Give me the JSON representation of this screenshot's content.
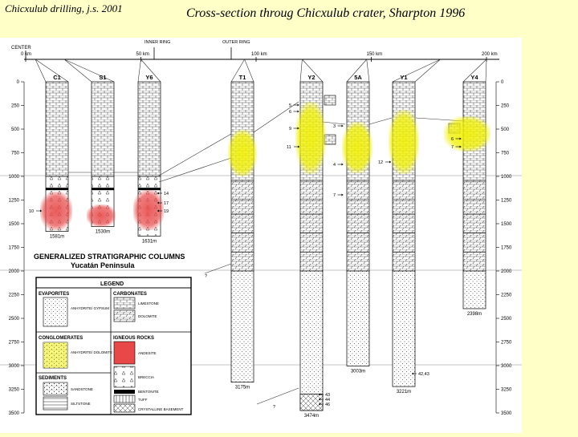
{
  "header": {
    "left_caption": "Chicxulub drilling, j.s. 2001",
    "title": "Cross-section throug Chicxulub crater, Sharpton 1996"
  },
  "figure": {
    "distance_axis": {
      "center_label": "CENTER",
      "ticks": [
        {
          "km": 0,
          "label": "0 km"
        },
        {
          "km": 50,
          "label": "50 km"
        },
        {
          "km": 100,
          "label": "100 km"
        },
        {
          "km": 150,
          "label": "150 km"
        },
        {
          "km": 200,
          "label": "200 km"
        }
      ],
      "inner_ring_label": "INNER RING",
      "outer_ring_label": "OUTER RING"
    },
    "depth_ticks": [
      "0",
      "250",
      "500",
      "750",
      "1000",
      "1250",
      "1500",
      "1750",
      "2000",
      "2250",
      "2500",
      "2750",
      "3000",
      "3250",
      "3500"
    ],
    "wells": [
      {
        "name": "C1",
        "td": "1581m",
        "td_m": 1581
      },
      {
        "name": "S1",
        "td": "1530m",
        "td_m": 1530
      },
      {
        "name": "Y6",
        "td": "1631m",
        "td_m": 1631
      },
      {
        "name": "T1",
        "td": "3175m",
        "td_m": 3175
      },
      {
        "name": "Y2",
        "td": "3474m",
        "td_m": 3474
      },
      {
        "name": "5A",
        "td": "3003m",
        "td_m": 3003
      },
      {
        "name": "Y1",
        "td": "3221m",
        "td_m": 3221
      },
      {
        "name": "Y4",
        "td": "2398m",
        "td_m": 2398
      }
    ],
    "sample_labels": [
      "10",
      "14",
      "17",
      "19",
      "5",
      "6",
      "9",
      "11",
      "3",
      "4",
      "7",
      "12",
      "6",
      "7",
      "42,43",
      "43",
      "44",
      "46",
      "?",
      "?"
    ],
    "columns_title": "GENERALIZED STRATIGRAPHIC COLUMNS",
    "columns_subtitle": "Yucatán Peninsula",
    "legend": {
      "title": "LEGEND",
      "evaporites": "EVAPORITES",
      "anhydrite_gypsum": "ANHYDRITE/ GYPSUM",
      "carbonates": "CARBONATES",
      "limestone": "LIMESTONE",
      "dolomite": "DOLOMITE",
      "conglomerates": "CONGLOMERATES",
      "anhydrite_dolomite": "ANHYDRITE/ DOLOMITE",
      "igneous": "IGNEOUS ROCKS",
      "andesite": "ANDESITE",
      "breccia": "BRECCIA",
      "bentonite": "BENTONITE",
      "tuff": "TUFF",
      "basement": "CRYSTALLINE BASEMENT",
      "sediments": "SEDIMENTS",
      "sandstone": "SANDSTONE",
      "siltstone": "SILTSTONE"
    },
    "colors": {
      "background": "#ffffc8",
      "conglomerate_highlight": "#f0f000",
      "andesite_highlight": "#e84848"
    }
  }
}
